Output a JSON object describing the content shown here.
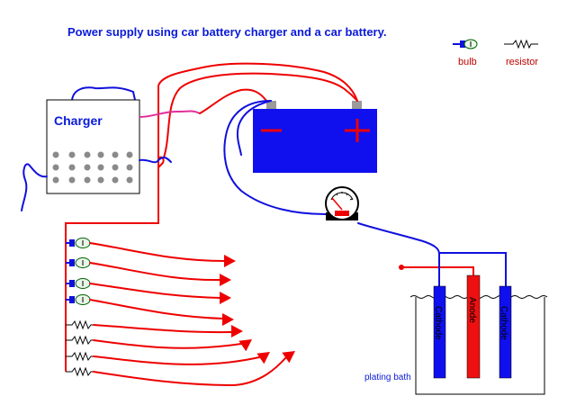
{
  "title": "Power supply using car battery charger and a car battery.",
  "legend": {
    "bulb_label": "bulb",
    "resistor_label": "resistor"
  },
  "charger": {
    "label": "Charger"
  },
  "battery": {
    "negative_symbol": "−",
    "positive_symbol": "+"
  },
  "bath": {
    "label": "plating bath",
    "electrodes": [
      "Cathode",
      "Anode",
      "Cathode"
    ]
  },
  "colors": {
    "wire_positive": "#ee0000",
    "wire_negative": "#1010dd",
    "battery_body": "#1010ee",
    "title_text": "#0a1ad8",
    "legend_text": "#c00000"
  },
  "icons": [
    "bulb-icon",
    "resistor-icon",
    "ammeter-icon",
    "arrow-icon"
  ]
}
